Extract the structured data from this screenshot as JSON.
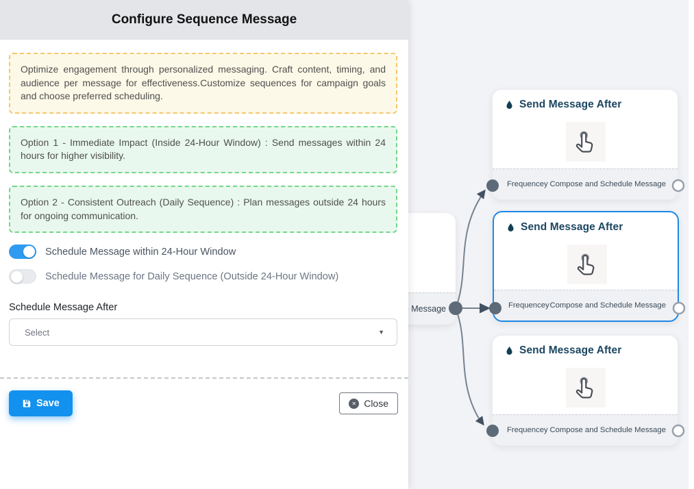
{
  "panel": {
    "title": "Configure Sequence Message",
    "description": "Optimize engagement through personalized messaging. Craft content, timing, and audience per message for effectiveness.Customize sequences for campaign goals and choose preferred scheduling.",
    "options": [
      "Option 1 - Immediate Impact (Inside 24-Hour Window) : Send messages within 24 hours for higher visibility.",
      "Option 2 - Consistent Outreach (Daily Sequence) : Plan messages outside 24 hours for ongoing communication."
    ],
    "toggles": [
      {
        "label": "Schedule Message within 24-Hour Window",
        "state": "on"
      },
      {
        "label": "Schedule Message for Daily Sequence (Outside 24-Hour Window)",
        "state": "off"
      }
    ],
    "schedule_after": {
      "label": "Schedule Message After",
      "value": "Select"
    },
    "buttons": {
      "save": "Save",
      "close": "Close"
    }
  },
  "flow": {
    "nodes": [
      {
        "title": "Send Message After",
        "input_label": "Frequencey",
        "output_label": "Compose and Schedule Message",
        "selected": false
      },
      {
        "title": "Send Message After",
        "input_label": "Frequencey",
        "output_label": "Compose and Schedule Message",
        "selected": true
      },
      {
        "title": "Send Message After",
        "input_label": "Frequencey",
        "output_label": "Compose and Schedule Message",
        "selected": false
      }
    ],
    "partial_node_label": "ce Message"
  },
  "colors": {
    "save_button": "#1391ee",
    "toggle_on": "#2e9bf0",
    "selected_node_border": "#1e88e5",
    "node_title": "#1c4660",
    "edge": "#76828f",
    "arrowhead": "#425264",
    "warning_border": "#f6c66d",
    "warning_bg": "#fdf9e8",
    "success_border": "#74d688",
    "success_bg": "#e9f8ee",
    "header_bg": "#e3e5e9",
    "canvas_bg": "#f2f3f6"
  }
}
